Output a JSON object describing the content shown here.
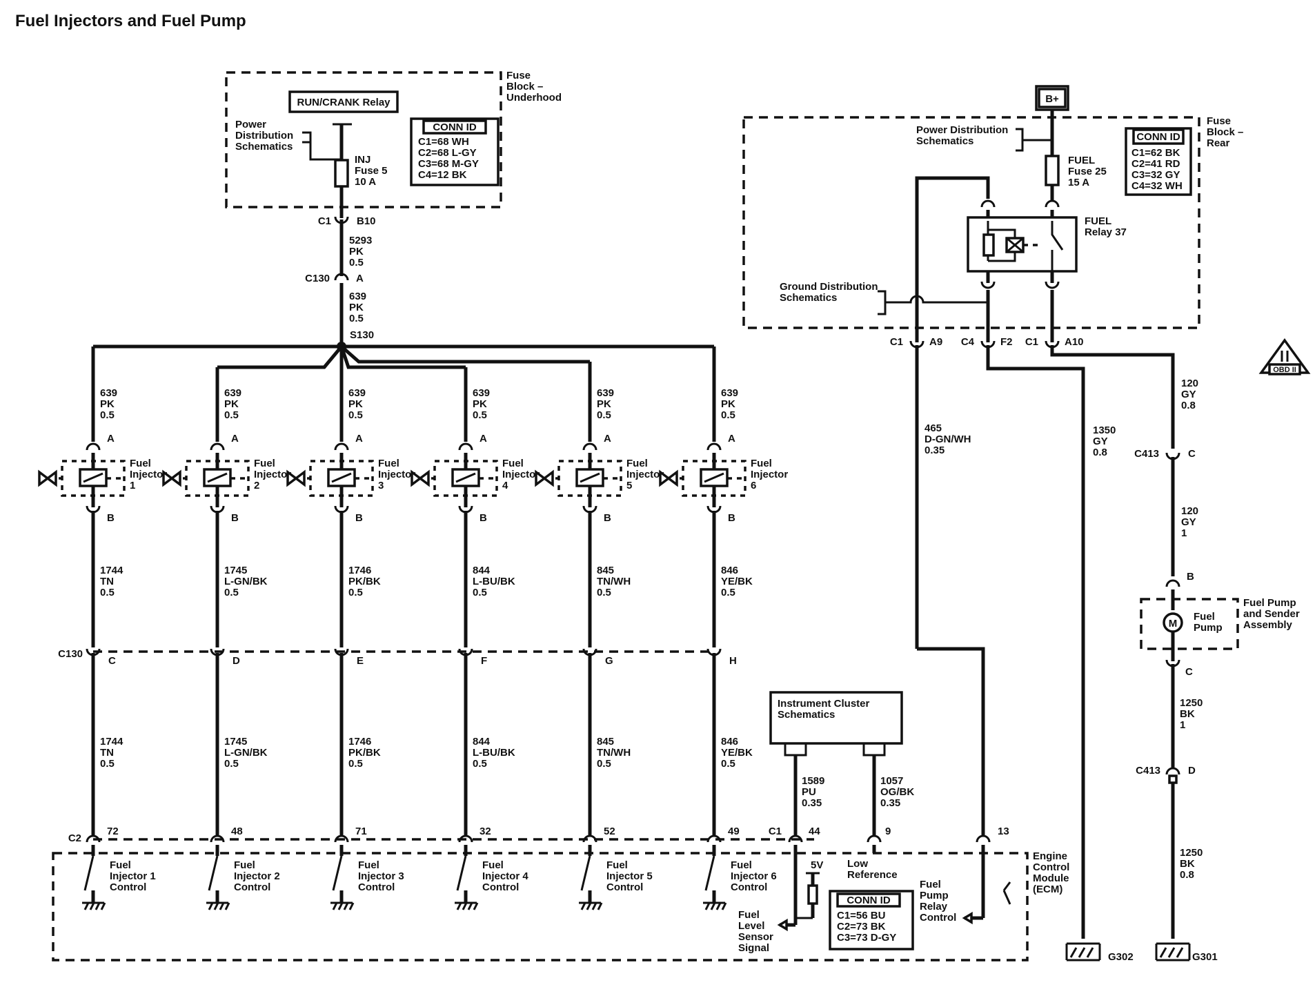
{
  "title": "Fuel Injectors and Fuel Pump",
  "fuse_block_underhood": {
    "label": [
      "Fuse",
      "Block –",
      "Underhood"
    ],
    "relay": "RUN/CRANK Relay",
    "power_dist": [
      "Power",
      "Distribution",
      "Schematics"
    ],
    "fuse": [
      "INJ",
      "Fuse 5",
      "10 A"
    ],
    "conn_id_title": "CONN ID",
    "conn_id": [
      "C1=68 WH",
      "C2=68 L-GY",
      "C3=68 M-GY",
      "C4=12 BK"
    ],
    "conn_left": "C1",
    "conn_right": "B10"
  },
  "wire_5293": [
    "5293",
    "PK",
    "0.5"
  ],
  "c130_top": {
    "left": "C130",
    "right": "A"
  },
  "wire_639_main": [
    "639",
    "PK",
    "0.5"
  ],
  "splice": "S130",
  "injectors": [
    {
      "name": [
        "Fuel",
        "Injector",
        "1"
      ],
      "feed": [
        "639",
        "PK",
        "0.5"
      ],
      "pin_a": "A",
      "pin_b": "B",
      "wire": [
        "1744",
        "TN",
        "0.5"
      ],
      "c130_pin": "C",
      "ecm_pin": "72",
      "ecm_label": [
        "Fuel",
        "Injector 1",
        "Control"
      ]
    },
    {
      "name": [
        "Fuel",
        "Injector",
        "2"
      ],
      "feed": [
        "639",
        "PK",
        "0.5"
      ],
      "pin_a": "A",
      "pin_b": "B",
      "wire": [
        "1745",
        "L-GN/BK",
        "0.5"
      ],
      "c130_pin": "D",
      "ecm_pin": "48",
      "ecm_label": [
        "Fuel",
        "Injector 2",
        "Control"
      ]
    },
    {
      "name": [
        "Fuel",
        "Injector",
        "3"
      ],
      "feed": [
        "639",
        "PK",
        "0.5"
      ],
      "pin_a": "A",
      "pin_b": "B",
      "wire": [
        "1746",
        "PK/BK",
        "0.5"
      ],
      "c130_pin": "E",
      "ecm_pin": "71",
      "ecm_label": [
        "Fuel",
        "Injector 3",
        "Control"
      ]
    },
    {
      "name": [
        "Fuel",
        "Injector",
        "4"
      ],
      "feed": [
        "639",
        "PK",
        "0.5"
      ],
      "pin_a": "A",
      "pin_b": "B",
      "wire": [
        "844",
        "L-BU/BK",
        "0.5"
      ],
      "c130_pin": "F",
      "ecm_pin": "32",
      "ecm_label": [
        "Fuel",
        "Injector 4",
        "Control"
      ]
    },
    {
      "name": [
        "Fuel",
        "Injector",
        "5"
      ],
      "feed": [
        "639",
        "PK",
        "0.5"
      ],
      "pin_a": "A",
      "pin_b": "B",
      "wire": [
        "845",
        "TN/WH",
        "0.5"
      ],
      "c130_pin": "G",
      "ecm_pin": "52",
      "ecm_label": [
        "Fuel",
        "Injector 5",
        "Control"
      ]
    },
    {
      "name": [
        "Fuel",
        "Injector",
        "6"
      ],
      "feed": [
        "639",
        "PK",
        "0.5"
      ],
      "pin_a": "A",
      "pin_b": "B",
      "wire": [
        "846",
        "YE/BK",
        "0.5"
      ],
      "c130_pin": "H",
      "ecm_pin": "49",
      "ecm_label": [
        "Fuel",
        "Injector 6",
        "Control"
      ]
    }
  ],
  "c130_mid": "C130",
  "c2": "C2",
  "fuse_block_rear": {
    "label": [
      "Fuse",
      "Block –",
      "Rear"
    ],
    "b_plus": "B+",
    "power_dist": [
      "Power Distribution",
      "Schematics"
    ],
    "ground_dist": [
      "Ground Distribution",
      "Schematics"
    ],
    "fuse": [
      "FUEL",
      "Fuse 25",
      "15 A"
    ],
    "relay": [
      "FUEL",
      "Relay 37"
    ],
    "conn_id_title": "CONN ID",
    "conn_id": [
      "C1=62 BK",
      "C2=41 RD",
      "C3=32 GY",
      "C4=32 WH"
    ],
    "conns": [
      {
        "left": "C1",
        "right": "A9"
      },
      {
        "left": "C4",
        "right": "F2"
      },
      {
        "left": "C1",
        "right": "A10"
      }
    ]
  },
  "wire_465": [
    "465",
    "D-GN/WH",
    "0.35"
  ],
  "wire_1350": [
    "1350",
    "GY",
    "0.8"
  ],
  "wire_120a": [
    "120",
    "GY",
    "0.8"
  ],
  "wire_120b": [
    "120",
    "GY",
    "1"
  ],
  "c413_c": {
    "left": "C413",
    "right": "C"
  },
  "c413_d": {
    "left": "C413",
    "right": "D"
  },
  "pump": {
    "pin_b": "B",
    "pin_c": "C",
    "motor": "M",
    "label": [
      "Fuel",
      "Pump"
    ],
    "assembly": [
      "Fuel Pump",
      "and Sender",
      "Assembly"
    ]
  },
  "wire_1250a": [
    "1250",
    "BK",
    "1"
  ],
  "wire_1250b": [
    "1250",
    "BK",
    "0.8"
  ],
  "ground_g302": "G302",
  "ground_g301": "G301",
  "obd": "OBD II",
  "cluster": {
    "label": [
      "Instrument Cluster",
      "Schematics"
    ]
  },
  "wire_1589": [
    "1589",
    "PU",
    "0.35"
  ],
  "wire_1057": [
    "1057",
    "OG/BK",
    "0.35"
  ],
  "ecm": {
    "label": [
      "Engine",
      "Control",
      "Module",
      "(ECM)"
    ],
    "c1": "C1",
    "pins": [
      "44",
      "9",
      "13"
    ],
    "fv": "5V",
    "low_ref": [
      "Low",
      "Reference"
    ],
    "fuel_level": [
      "Fuel",
      "Level",
      "Sensor",
      "Signal"
    ],
    "pump_relay": [
      "Fuel",
      "Pump",
      "Relay",
      "Control"
    ],
    "conn_id_title": "CONN ID",
    "conn_id": [
      "C1=56 BU",
      "C2=73 BK",
      "C3=73 D-GY"
    ]
  }
}
